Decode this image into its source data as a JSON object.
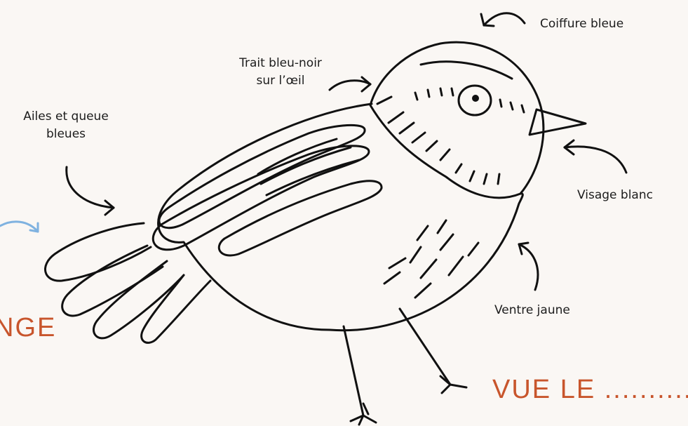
{
  "labels": {
    "crown": "Coiffure bleue",
    "eye_stripe": [
      "Trait bleu-noir",
      "sur l’œil"
    ],
    "wings": [
      "Ailes et queue",
      "bleues"
    ],
    "face": "Visage blanc",
    "belly": "Ventre jaune"
  },
  "partial_text": {
    "left": "NGE",
    "right": "VUE LE ............"
  },
  "colors": {
    "background": "#faf7f4",
    "ink": "#111111",
    "accent_orange": "#c8552c",
    "accent_blue": "#7fb2e0"
  }
}
